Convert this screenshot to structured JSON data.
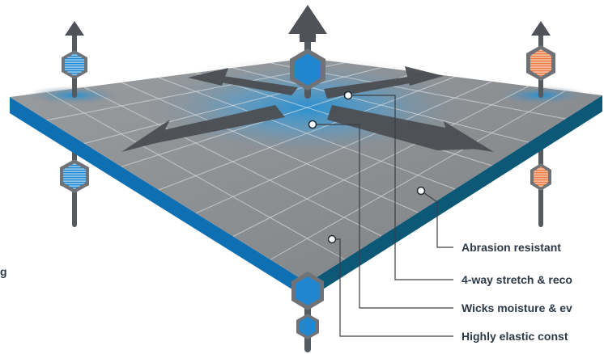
{
  "colors": {
    "fabric_top": "#8a8d90",
    "fabric_edge_front": "#0f6fb3",
    "fabric_edge_right": "#0d5876",
    "grid_line": "#d9dde0",
    "arrow_dark": "#4b4e52",
    "moisture_blue": "#1e8fd6",
    "hex_blue": "#1f86cf",
    "hex_orange": "#ec7a45",
    "leader_line": "#3a3f44",
    "label_text": "#2c3a47"
  },
  "icons": [
    "up-arrow-icon",
    "hexagon-icon",
    "stretch-arrow-icon"
  ],
  "callouts": [
    {
      "id": "abrasion",
      "text": "Abrasion resistant"
    },
    {
      "id": "stretch",
      "text": "4-way stretch & reco"
    },
    {
      "id": "wicks",
      "text": "Wicks moisture & ev"
    },
    {
      "id": "elastic",
      "text": "Highly elastic const"
    }
  ],
  "left_partial_label": "g"
}
